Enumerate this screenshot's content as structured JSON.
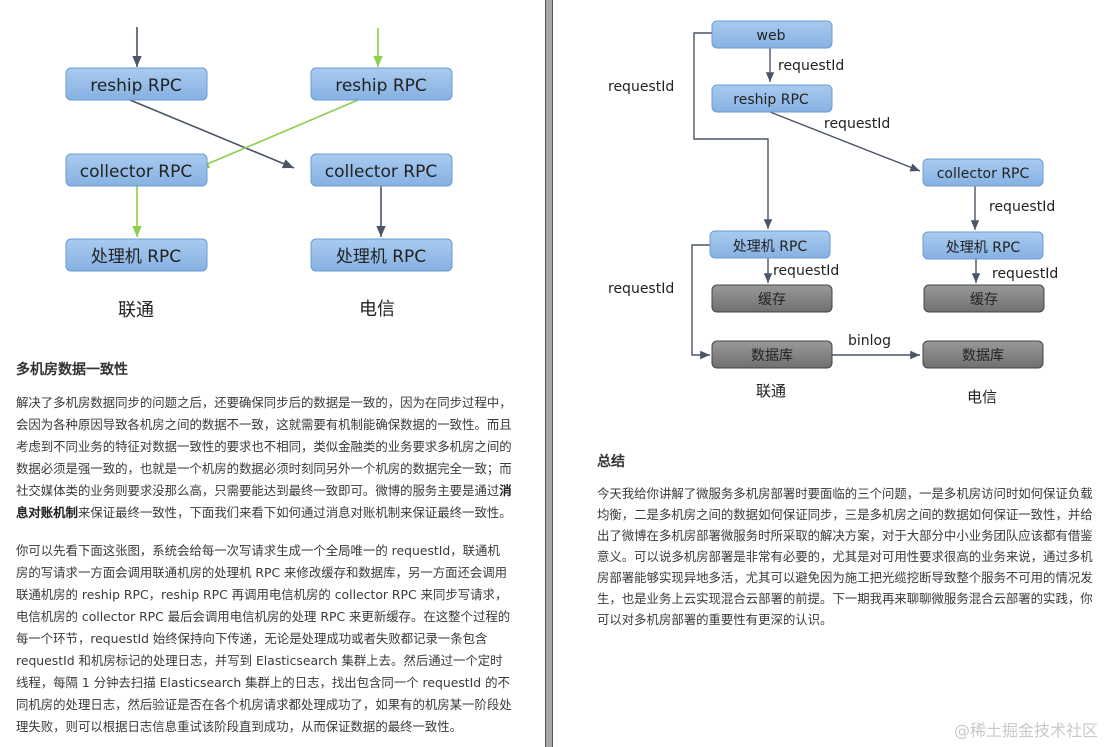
{
  "left_page": {
    "diagram": {
      "nodes": {
        "lt_reship": "reship RPC",
        "dx_reship": "reship RPC",
        "lt_collector": "collector RPC",
        "dx_collector": "collector RPC",
        "lt_processor": "处理机 RPC",
        "dx_processor": "处理机 RPC"
      },
      "labels": {
        "unicom": "联通",
        "telecom": "电信"
      },
      "colors": {
        "box_fill": "#8fb8e6",
        "box_stroke": "#6a9bd3",
        "arrow_dark": "#4a5568",
        "arrow_green": "#8ccf4d"
      }
    },
    "section": {
      "title": "多机房数据一致性",
      "para1_before_bold": "解决了多机房数据同步的问题之后，还要确保同步后的数据是一致的，因为在同步过程中，会因为各种原因导致各机房之间的数据不一致，这就需要有机制能确保数据的一致性。而且考虑到不同业务的特征对数据一致性的要求也不相同，类似金融类的业务要求多机房之间的数据必须是强一致的，也就是一个机房的数据必须时刻同另外一个机房的数据完全一致；而社交媒体类的业务则要求没那么高，只需要能达到最终一致即可。微博的服务主要是通过",
      "para1_bold": "消息对账机制",
      "para1_after_bold": "来保证最终一致性，下面我们来看下如何通过消息对账机制来保证最终一致性。",
      "para2": "你可以先看下面这张图，系统会给每一次写请求生成一个全局唯一的 requestId，联通机房的写请求一方面会调用联通机房的处理机 RPC 来修改缓存和数据库，另一方面还会调用联通机房的 reship RPC，reship RPC 再调用电信机房的 collector RPC 来同步写请求，电信机房的 collector RPC 最后会调用电信机房的处理 RPC 来更新缓存。在这整个过程的每一个环节，requestId 始终保持向下传递，无论是处理成功或者失败都记录一条包含 requestId 和机房标记的处理日志，并写到 Elasticsearch 集群上去。然后通过一个定时线程，每隔 1 分钟去扫描 Elasticsearch 集群上的日志，找出包含同一个 requestId 的不同机房的处理日志，然后验证是否在各个机房请求都处理成功了，如果有的机房某一阶段处理失败，则可以根据日志信息重试该阶段直到成功，从而保证数据的最终一致性。"
    }
  },
  "right_page": {
    "diagram": {
      "nodes": {
        "web": "web",
        "reship": "reship RPC",
        "collector": "collector RPC",
        "lt_processor": "处理机 RPC",
        "dx_processor": "处理机 RPC",
        "lt_cache": "缓存",
        "dx_cache": "缓存",
        "lt_db": "数据库",
        "dx_db": "数据库"
      },
      "edge_labels": {
        "web_to_reship": "requestId",
        "web_to_processor": "requestId",
        "reship_to_collector": "requestId",
        "collector_to_processor": "requestId",
        "lt_processor_to_cache": "requestId",
        "dx_processor_to_cache": "requestId",
        "processor_to_db": "requestId",
        "db_sync": "binlog"
      },
      "labels": {
        "unicom": "联通",
        "telecom": "电信"
      },
      "colors": {
        "box_fill": "#8fb8e6",
        "storage_fill": "#7b7b7b",
        "arrow": "#4a5568"
      }
    },
    "section": {
      "title": "总结",
      "para": "今天我给你讲解了微服务多机房部署时要面临的三个问题，一是多机房访问时如何保证负载均衡，二是多机房之间的数据如何保证同步，三是多机房之间的数据如何保证一致性，并给出了微博在多机房部署微服务时所采取的解决方案，对于大部分中小业务团队应该都有借鉴意义。可以说多机房部署是非常有必要的，尤其是对可用性要求很高的业务来说，通过多机房部署能够实现异地多活，尤其可以避免因为施工把光缆挖断导致整个服务不可用的情况发生，也是业务上云实现混合云部署的前提。下一期我再来聊聊微服务混合云部署的实践，你可以对多机房部署的重要性有更深的认识。"
    },
    "watermark": "@稀土掘金技术社区"
  }
}
